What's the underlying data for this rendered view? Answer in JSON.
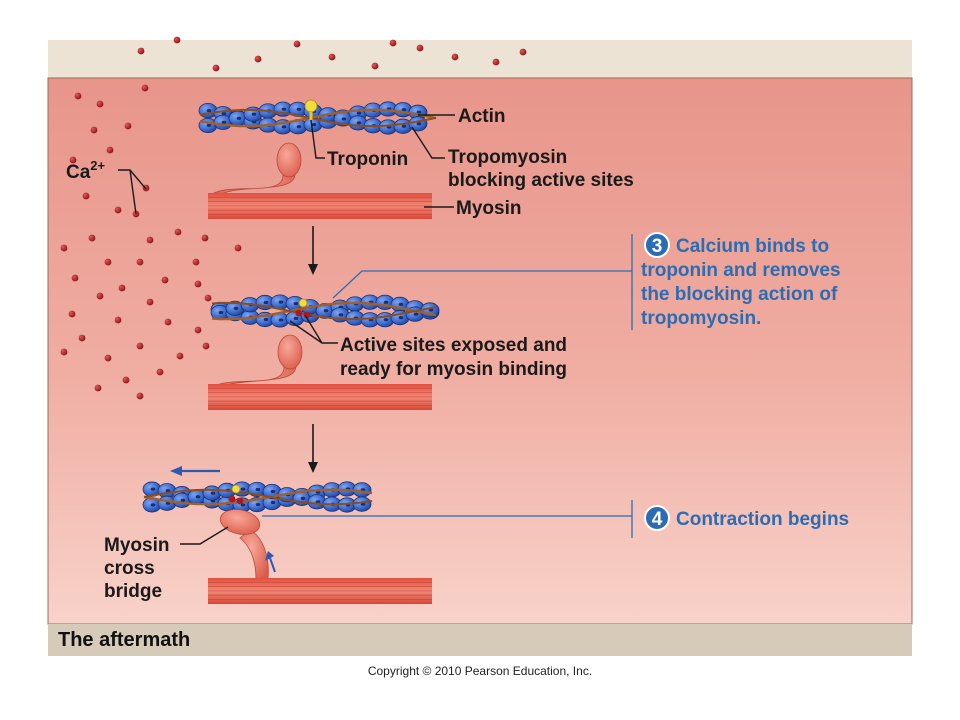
{
  "labels": {
    "actin": "Actin",
    "troponin": "Troponin",
    "tropomyosin_line1": "Tropomyosin",
    "tropomyosin_line2": "blocking active sites",
    "myosin": "Myosin",
    "calcium_base": "Ca",
    "calcium_sup": "2+",
    "active_sites_line1": "Active sites exposed and",
    "active_sites_line2": "ready for  myosin binding",
    "cross_bridge_line1": "Myosin",
    "cross_bridge_line2": "cross",
    "cross_bridge_line3": "bridge"
  },
  "steps": [
    {
      "number": "3",
      "lines": [
        "Calcium binds to",
        "troponin and removes",
        "the blocking action of",
        "tropomyosin."
      ]
    },
    {
      "number": "4",
      "lines": [
        "Contraction begins"
      ]
    }
  ],
  "footer": {
    "title": "The aftermath"
  },
  "copyright": "Copyright © 2010 Pearson Education, Inc.",
  "colors": {
    "panel_top": "#e8958a",
    "panel_bottom": "#f7cfc6",
    "outer_beige": "#ece3d4",
    "footer_bar": "#d6cbb8",
    "actin_bead": "#3e6ed0",
    "tropomyosin": "#a0602c",
    "myosin_fill": "#e5604e",
    "calcium": "#b01820",
    "step_blue": "#2a6db5"
  }
}
